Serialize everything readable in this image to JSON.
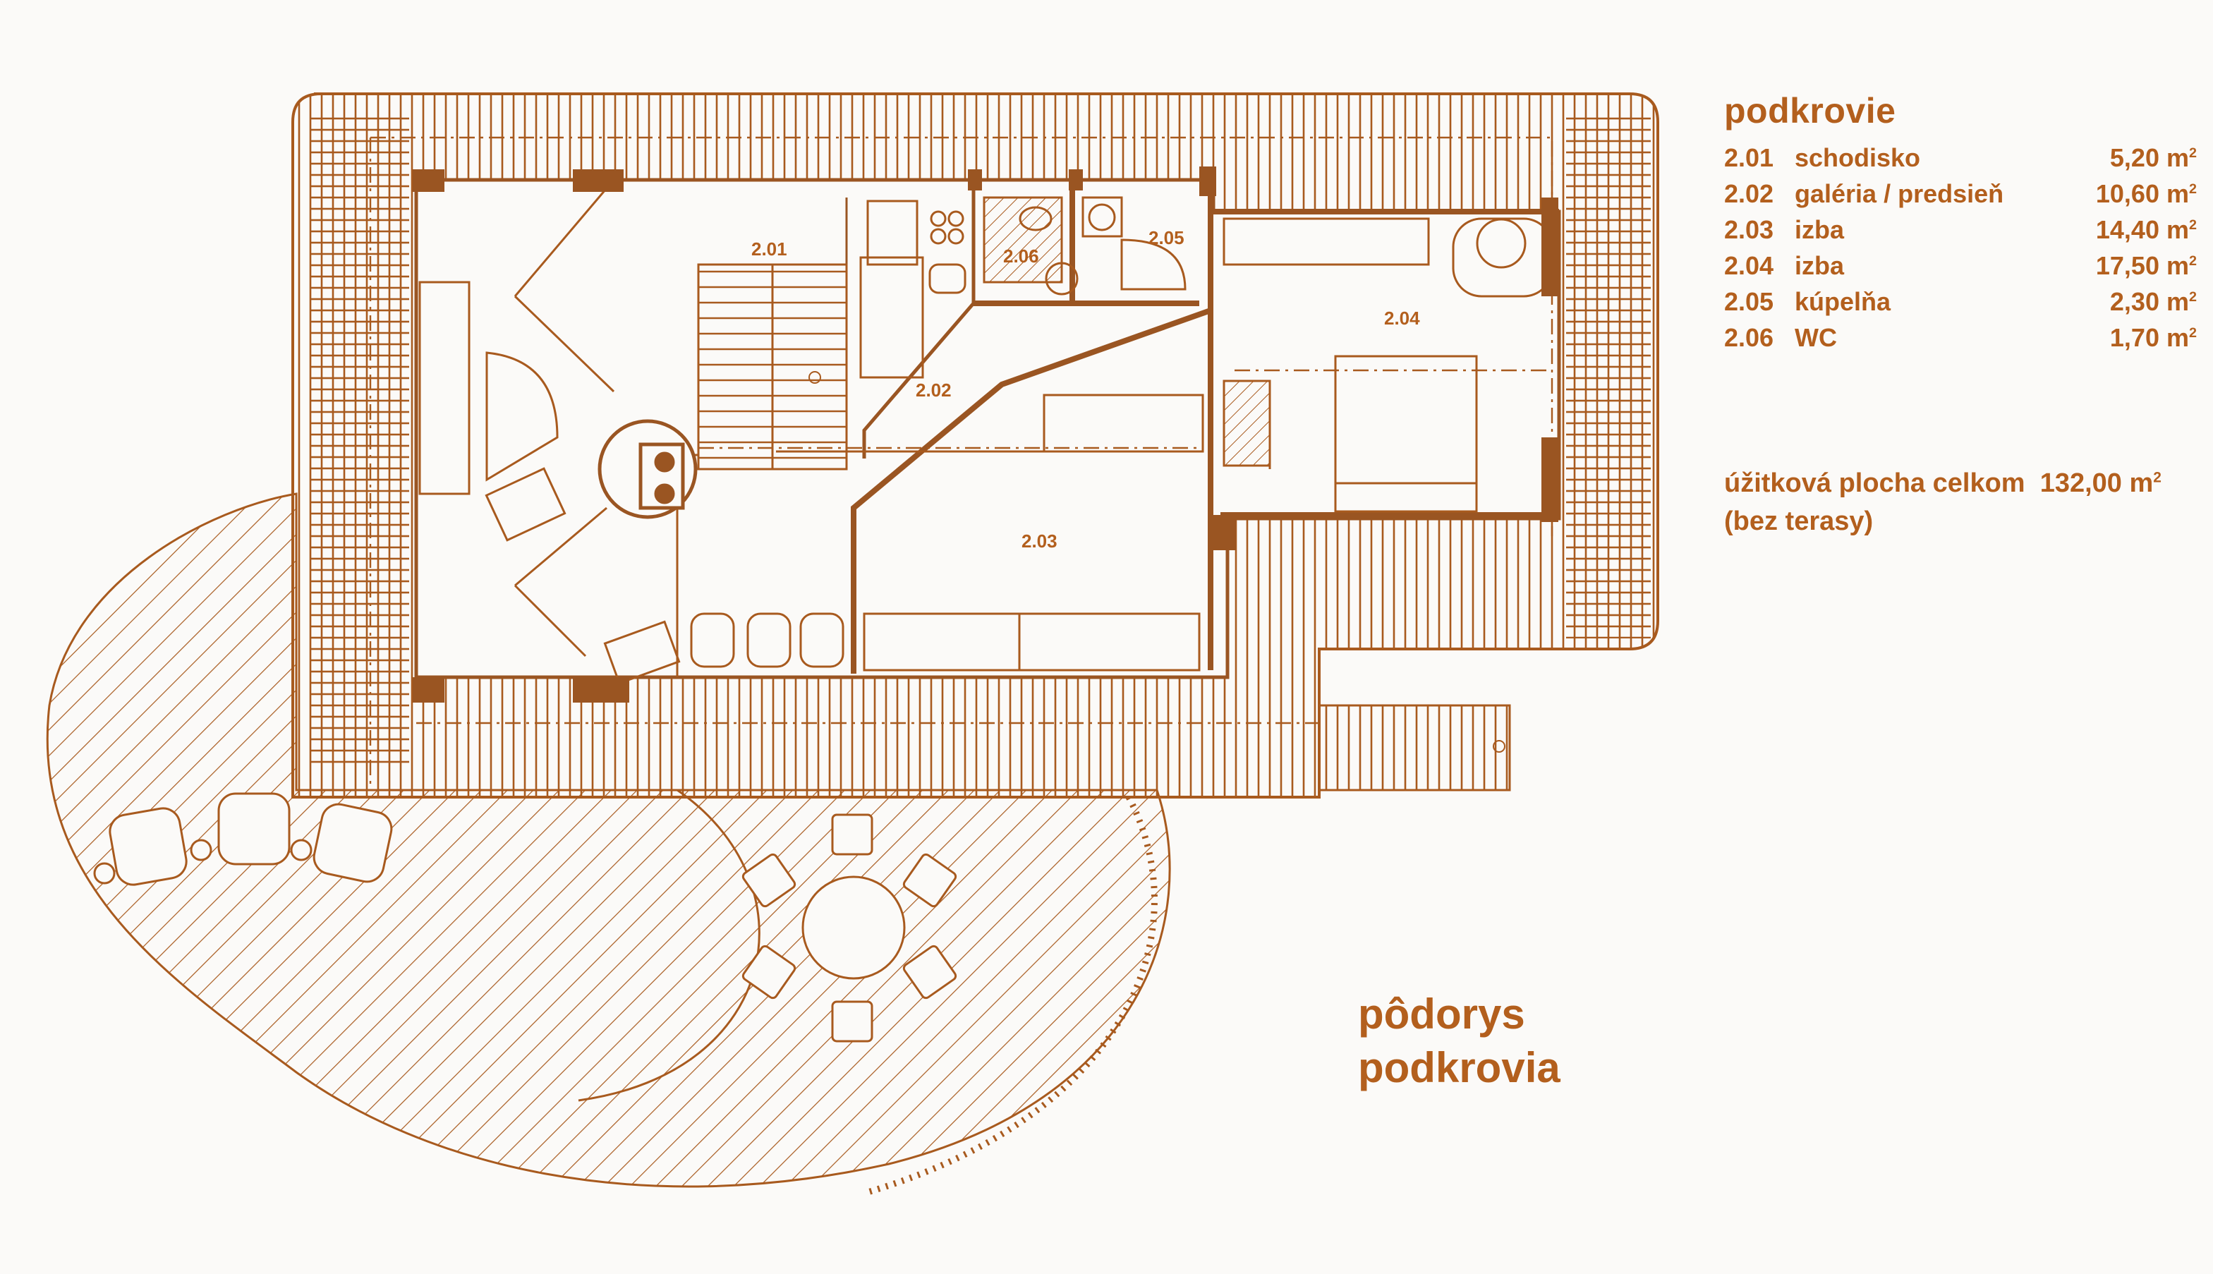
{
  "legend": {
    "title": "podkrovie",
    "rooms": [
      {
        "num": "2.01",
        "name": "schodisko",
        "area": "5,20 m",
        "sup": "2"
      },
      {
        "num": "2.02",
        "name": "galéria / predsieň",
        "area": "10,60 m",
        "sup": "2"
      },
      {
        "num": "2.03",
        "name": "izba",
        "area": "14,40 m",
        "sup": "2"
      },
      {
        "num": "2.04",
        "name": "izba",
        "area": "17,50 m",
        "sup": "2"
      },
      {
        "num": "2.05",
        "name": "kúpelňa",
        "area": "2,30 m",
        "sup": "2"
      },
      {
        "num": "2.06",
        "name": "WC",
        "area": "1,70 m",
        "sup": "2"
      }
    ]
  },
  "total": {
    "label": "úžitková plocha celkom",
    "value": "132,00 m",
    "sup": "2",
    "note": "(bez terasy)"
  },
  "caption": {
    "line1": "pôdorys",
    "line2": "podkrovia"
  },
  "plan_labels": {
    "r201": "2.01",
    "r202": "2.02",
    "r203": "2.03",
    "r204": "2.04",
    "r205": "2.05",
    "r206": "2.06"
  },
  "colors": {
    "line": "#a85a1e",
    "wall": "#9a5522",
    "text": "#b35f1d",
    "background": "#fbfaf8"
  }
}
